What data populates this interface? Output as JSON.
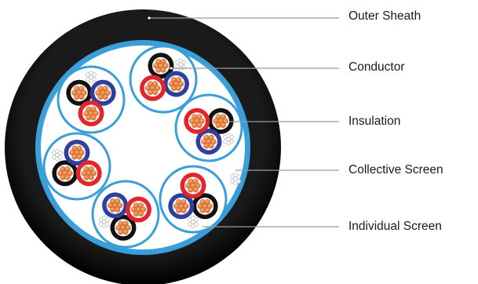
{
  "labels": {
    "outer_sheath": "Outer Sheath",
    "conductor": "Conductor",
    "insulation": "Insulation",
    "collective_screen": "Collective Screen",
    "individual_screen": "Individual Screen"
  },
  "colors": {
    "outer_sheath": "#0a0a0a",
    "screen": "#3a9fd8",
    "filler": "#ffffff",
    "copper": "#e8843a",
    "insulation_red": "#e1262b",
    "insulation_blue": "#2e3f9c",
    "insulation_black": "#111111",
    "drain": "#c8c8c8",
    "leader_line": "#9a9a9a"
  },
  "structure": {
    "pair_groups": 6,
    "conductors_per_group": 3,
    "insulation_sequence": [
      "black",
      "blue",
      "red"
    ]
  }
}
